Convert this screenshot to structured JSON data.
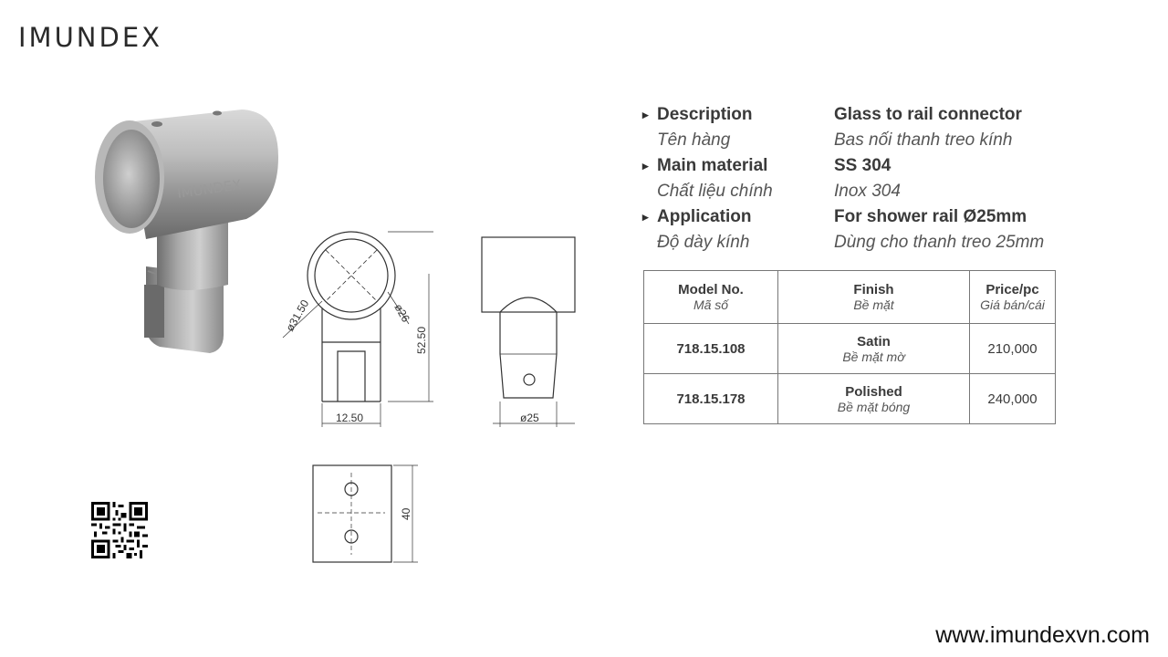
{
  "brand": {
    "logo_text": "IMUNDEX",
    "website": "www.imundexvn.com"
  },
  "spec": [
    {
      "label_en": "Description",
      "value_en": "Glass to rail connector",
      "label_vi": "Tên hàng",
      "value_vi": "Bas nối thanh treo kính"
    },
    {
      "label_en": "Main material",
      "value_en": "SS 304",
      "label_vi": "Chất liệu chính",
      "value_vi": "Inox 304"
    },
    {
      "label_en": "Application",
      "value_en": "For shower rail Ø25mm",
      "label_vi": "Độ dày kính",
      "value_vi": "Dùng cho thanh treo 25mm"
    }
  ],
  "table": {
    "headers": [
      {
        "en": "Model No.",
        "vi": "Mã số"
      },
      {
        "en": "Finish",
        "vi": "Bề mặt"
      },
      {
        "en": "Price/pc",
        "vi": "Giá bán/cái"
      }
    ],
    "rows": [
      {
        "model": "718.15.108",
        "finish_en": "Satin",
        "finish_vi": "Bề mặt mờ",
        "price": "210,000"
      },
      {
        "model": "718.15.178",
        "finish_en": "Polished",
        "finish_vi": "Bề mặt bóng",
        "price": "240,000"
      }
    ]
  },
  "drawing": {
    "dim_d3150": "31.50",
    "dim_d26": "26",
    "dim_5250": "52.50",
    "dim_1250": "12.50",
    "dim_d25": "25",
    "dim_40": "40"
  },
  "colors": {
    "text": "#3a3a3a",
    "line": "#333333",
    "table_border": "#777777"
  }
}
